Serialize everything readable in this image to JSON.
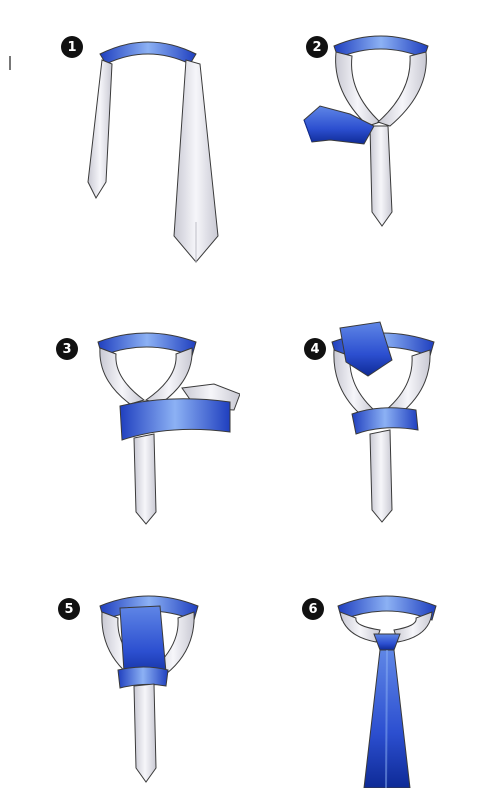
{
  "steps": [
    {
      "number": "1"
    },
    {
      "number": "2"
    },
    {
      "number": "3"
    },
    {
      "number": "4"
    },
    {
      "number": "5"
    },
    {
      "number": "6"
    }
  ],
  "colors": {
    "blue_dark": "#1f3fbf",
    "blue_light": "#7fa6ee",
    "silver": "#e6e6ec",
    "outline": "#3a3a3a",
    "badge": "#111111"
  }
}
